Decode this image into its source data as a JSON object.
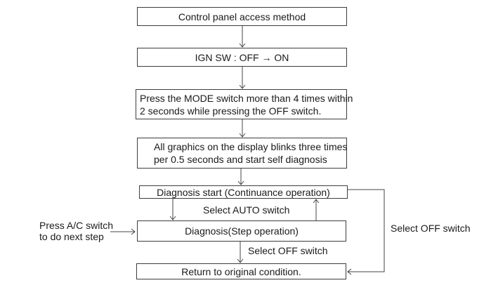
{
  "boxes": [
    {
      "name": "control-panel-access-method",
      "lines": [
        "Control panel access method"
      ]
    },
    {
      "name": "ign-sw-off-on",
      "lines": [
        "IGN SW : OFF → ON"
      ]
    },
    {
      "name": "press-mode-switch",
      "lines": [
        "Press the MODE switch more than 4 times within",
        "2 seconds while pressing the OFF switch."
      ]
    },
    {
      "name": "graphics-blink",
      "lines": [
        "All graphics on the display blinks three times",
        "per 0.5 seconds and start self diagnosis"
      ]
    },
    {
      "name": "diagnosis-start",
      "lines": [
        "Diagnosis start (Continuance operation)"
      ]
    },
    {
      "name": "diagnosis-step",
      "lines": [
        "Diagnosis(Step operation)"
      ]
    },
    {
      "name": "return-original",
      "lines": [
        "Return to original condition."
      ]
    }
  ],
  "labels": {
    "select_auto": "Select AUTO switch",
    "select_off_mid": "Select OFF switch",
    "select_off_right": "Select OFF switch",
    "press_ac": [
      "Press A/C switch",
      "to do next step"
    ]
  },
  "colors": {
    "background": "#ffffff",
    "box_border": "#3d3d3d",
    "line": "#444444",
    "text": "#1a1a1a"
  }
}
